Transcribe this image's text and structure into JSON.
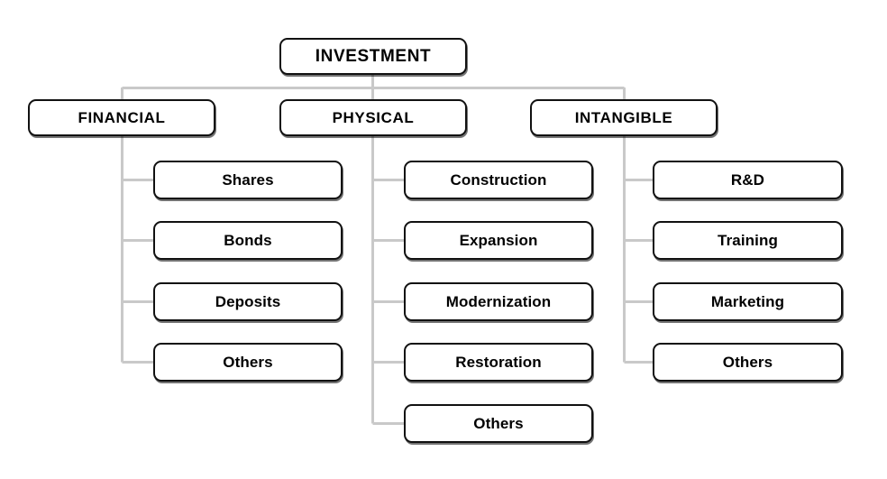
{
  "diagram": {
    "title": "INVESTMENT",
    "type": "hierarchy-tree",
    "colors": {
      "box_border": "#111111",
      "box_fill": "#ffffff",
      "connector": "#c9c9c9",
      "text": "#000000",
      "background": "#ffffff"
    },
    "root": {
      "label": "INVESTMENT"
    },
    "categories": [
      {
        "label": "FINANCIAL",
        "children": [
          {
            "label": "Shares"
          },
          {
            "label": "Bonds"
          },
          {
            "label": "Deposits"
          },
          {
            "label": "Others"
          }
        ]
      },
      {
        "label": "PHYSICAL",
        "children": [
          {
            "label": "Construction"
          },
          {
            "label": "Expansion"
          },
          {
            "label": "Modernization"
          },
          {
            "label": "Restoration"
          },
          {
            "label": "Others"
          }
        ]
      },
      {
        "label": "INTANGIBLE",
        "children": [
          {
            "label": "R&D"
          },
          {
            "label": "Training"
          },
          {
            "label": "Marketing"
          },
          {
            "label": "Others"
          }
        ]
      }
    ]
  }
}
